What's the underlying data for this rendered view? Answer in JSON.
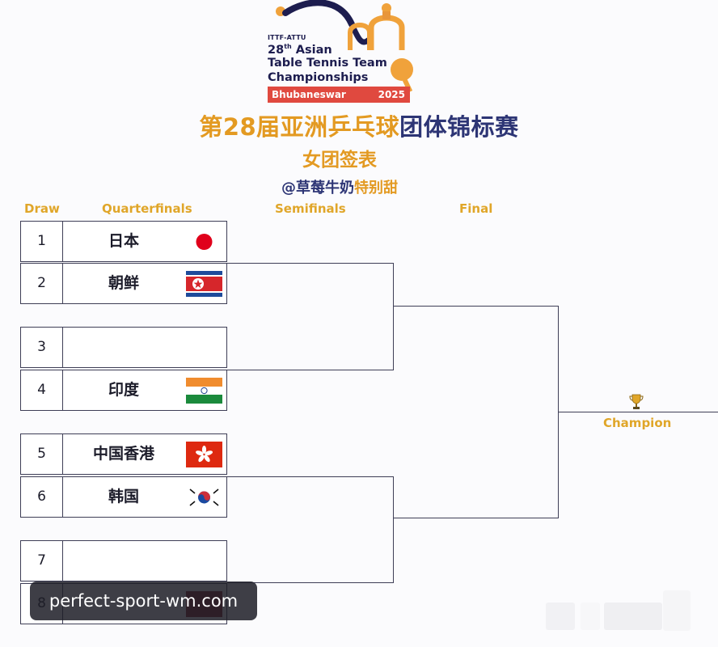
{
  "logo": {
    "org": "ITTF-ATTU",
    "edition_num": "28",
    "edition_suffix": "th",
    "edition_word": "Asian",
    "line2": "Table Tennis Team",
    "line3": "Championships",
    "city": "Bhubaneswar",
    "year": "2025",
    "colors": {
      "navy": "#1d1d4f",
      "orange": "#f0a23b",
      "red": "#e0493f"
    }
  },
  "title": {
    "main_part1": "第28届亚洲乒乓球",
    "main_part2": "团体锦标赛",
    "subtitle": "女团签表",
    "credit_part1": "@草莓牛奶",
    "credit_part2": "特别甜"
  },
  "headers": {
    "draw": "Draw",
    "quarterfinals": "Quarterfinals",
    "semifinals": "Semifinals",
    "final": "Final"
  },
  "draw": [
    {
      "num": "1",
      "team": "日本",
      "flag": "japan-flag-icon"
    },
    {
      "num": "2",
      "team": "朝鲜",
      "flag": "north-korea-flag-icon"
    },
    {
      "num": "3",
      "team": "",
      "flag": ""
    },
    {
      "num": "4",
      "team": "印度",
      "flag": "india-flag-icon"
    },
    {
      "num": "5",
      "team": "中国香港",
      "flag": "hong-kong-flag-icon"
    },
    {
      "num": "6",
      "team": "韩国",
      "flag": "south-korea-flag-icon"
    },
    {
      "num": "7",
      "team": "",
      "flag": ""
    },
    {
      "num": "8",
      "team": "",
      "flag": "red-flag-icon"
    }
  ],
  "champion": {
    "label": "Champion",
    "icon": "trophy-icon"
  },
  "watermark": {
    "text": "perfect-sport-wm.com"
  },
  "colors": {
    "accent_gold": "#e0a629",
    "title_orange": "#e39a22",
    "title_navy": "#2d3575",
    "line": "#3e3e56"
  }
}
